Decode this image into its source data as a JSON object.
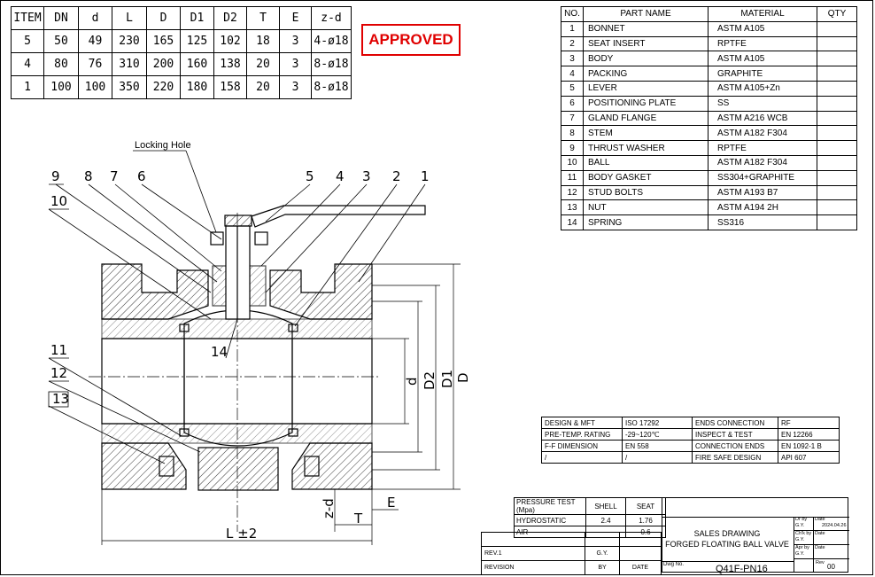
{
  "dimension_table": {
    "headers": [
      "ITEM",
      "DN",
      "d",
      "L",
      "D",
      "D1",
      "D2",
      "T",
      "E",
      "z-d"
    ],
    "rows": [
      [
        "5",
        "50",
        "49",
        "230",
        "165",
        "125",
        "102",
        "18",
        "3",
        "4-ø18"
      ],
      [
        "4",
        "80",
        "76",
        "310",
        "200",
        "160",
        "138",
        "20",
        "3",
        "8-ø18"
      ],
      [
        "1",
        "100",
        "100",
        "350",
        "220",
        "180",
        "158",
        "20",
        "3",
        "8-ø18"
      ]
    ]
  },
  "stamp": "APPROVED",
  "parts_list": {
    "headers": [
      "NO.",
      "PART NAME",
      "MATERIAL",
      "QTY"
    ],
    "rows": [
      [
        "1",
        "BONNET",
        "ASTM A105"
      ],
      [
        "2",
        "SEAT INSERT",
        "RPTFE"
      ],
      [
        "3",
        "BODY",
        "ASTM A105"
      ],
      [
        "4",
        "PACKING",
        "GRAPHITE"
      ],
      [
        "5",
        "LEVER",
        "ASTM A105+Zn"
      ],
      [
        "6",
        "POSITIONING PLATE",
        "SS"
      ],
      [
        "7",
        "GLAND FLANGE",
        "ASTM A216 WCB"
      ],
      [
        "8",
        "STEM",
        "ASTM A182 F304"
      ],
      [
        "9",
        "THRUST WASHER",
        "RPTFE"
      ],
      [
        "10",
        "BALL",
        "ASTM A182 F304"
      ],
      [
        "11",
        "BODY GASKET",
        "SS304+GRAPHITE"
      ],
      [
        "12",
        "STUD BOLTS",
        "ASTM A193 B7"
      ],
      [
        "13",
        "NUT",
        "ASTM A194 2H"
      ],
      [
        "14",
        "SPRING",
        "SS316"
      ]
    ]
  },
  "drawing": {
    "locking_hole": "Locking Hole",
    "top_callouts": [
      "9",
      "8",
      "7",
      "6",
      "5",
      "4",
      "3",
      "2",
      "1"
    ],
    "left_callouts": [
      "10",
      "11",
      "12",
      "13"
    ],
    "inner_callout": "14",
    "dims": {
      "d": "d",
      "D2": "D2",
      "D1": "D1",
      "D": "D",
      "L": "L ±2",
      "T": "T",
      "E": "E",
      "zd": "z-d"
    }
  },
  "spec_table": {
    "rows": [
      [
        "DESIGN & MFT",
        "ISO 17292",
        "ENDS CONNECTION",
        "RF"
      ],
      [
        "PRE-TEMP. RATING",
        "-29~120℃",
        "INSPECT & TEST",
        "EN 12266"
      ],
      [
        "F-F DIMENSION",
        "EN 558",
        "CONNECTION ENDS",
        "EN 1092-1 B"
      ],
      [
        "/",
        "/",
        "FIRE SAFE DESIGN",
        "API 607"
      ]
    ]
  },
  "title_block": {
    "pressure_headers": [
      "PRESSURE TEST (Mpa)",
      "SHELL",
      "SEAT"
    ],
    "pressure_rows": [
      [
        "HYDROSTATIC",
        "2.4",
        "1.76"
      ],
      [
        "AIR",
        "",
        "0.6"
      ]
    ],
    "rev": "REV.1",
    "rev_by": "G.Y.",
    "revision_labels": [
      "REVISION",
      "BY",
      "DATE"
    ],
    "title_line1": "SALES DRAWING",
    "title_line2": "FORGED FLOATING BALL VALVE",
    "dwg_label": "Dwg No.",
    "dwg_no": "Q41F-PN16",
    "drawn_by": "Dr by",
    "drawn_name": "G.Y.",
    "date_label": "Date",
    "drawn_date": "2024.04.26",
    "checked_by": "Ch'k by",
    "checked_name": "G.Y.",
    "approved_by": "Apr by",
    "approved_name": "G.Y.",
    "rev_label": "Rev",
    "rev_no": "00"
  }
}
